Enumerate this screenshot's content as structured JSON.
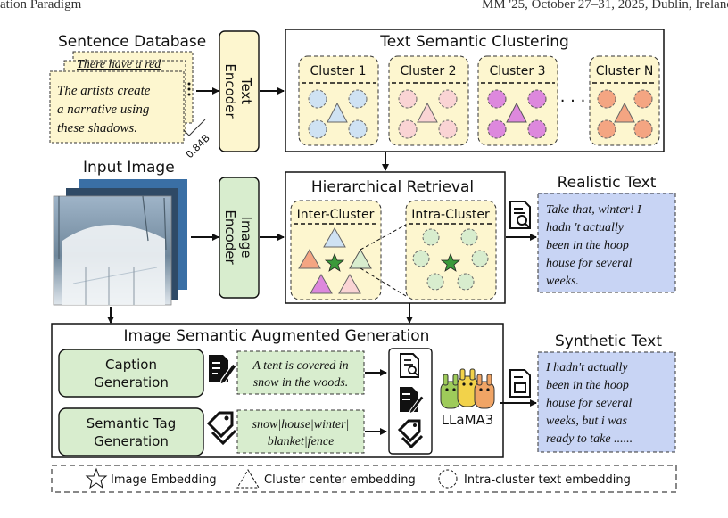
{
  "header": {
    "left": "ation Paradigm",
    "right": "MM '25, October 27–31, 2025, Dublin, Ireland"
  },
  "sentence_db": {
    "title": "Sentence Database",
    "back_text": "There have a red",
    "front_lines": [
      "The artists create",
      "a narrative using",
      "these shadows."
    ],
    "size_label": "0.84B"
  },
  "text_encoder": {
    "line1": "Text",
    "line2": "Encoder"
  },
  "clustering": {
    "title": "Text Semantic Clustering",
    "clusters": [
      {
        "label": "Cluster 1",
        "color": "#cfe2f3"
      },
      {
        "label": "Cluster 2",
        "color": "#fad4d4"
      },
      {
        "label": "Cluster 3",
        "color": "#dd88dd"
      },
      {
        "label": "Cluster N",
        "color": "#f4a582"
      }
    ],
    "ellipsis": "· · ·"
  },
  "input_image": {
    "title": "Input Image"
  },
  "image_encoder": {
    "line1": "Image",
    "line2": "Encoder"
  },
  "retrieval": {
    "title": "Hierarchical  Retrieval",
    "inter_label": "Inter-Cluster",
    "intra_label": "Intra-Cluster"
  },
  "realistic": {
    "title": "Realistic Text",
    "lines": [
      "Take that, winter! I",
      "hadn 't actually",
      "been in the hoop",
      "house for several",
      "weeks."
    ]
  },
  "generation": {
    "title": "Image Semantic Augmented Generation",
    "caption_btn": [
      "Caption",
      "Generation"
    ],
    "caption_text": [
      "A tent is covered in",
      "snow in the woods."
    ],
    "tag_btn": [
      "Semantic Tag",
      "Generation"
    ],
    "tag_text": [
      "snow|house|winter|",
      "blanket|fence"
    ],
    "llm_label": "LLaMA3"
  },
  "synthetic": {
    "title": "Synthetic Text",
    "lines": [
      "I hadn't actually",
      "been in the hoop",
      "house for several",
      "weeks, but i was",
      "ready to take ......"
    ]
  },
  "legend": {
    "star": "Image Embedding",
    "triangle": "Cluster center embedding",
    "circle": "Intra-cluster text embedding"
  },
  "colors": {
    "yellow_box": "#fdf6cf",
    "green_box": "#d8edce",
    "blue_box": "#c8d4f4",
    "star_green": "#3a9a3a"
  }
}
